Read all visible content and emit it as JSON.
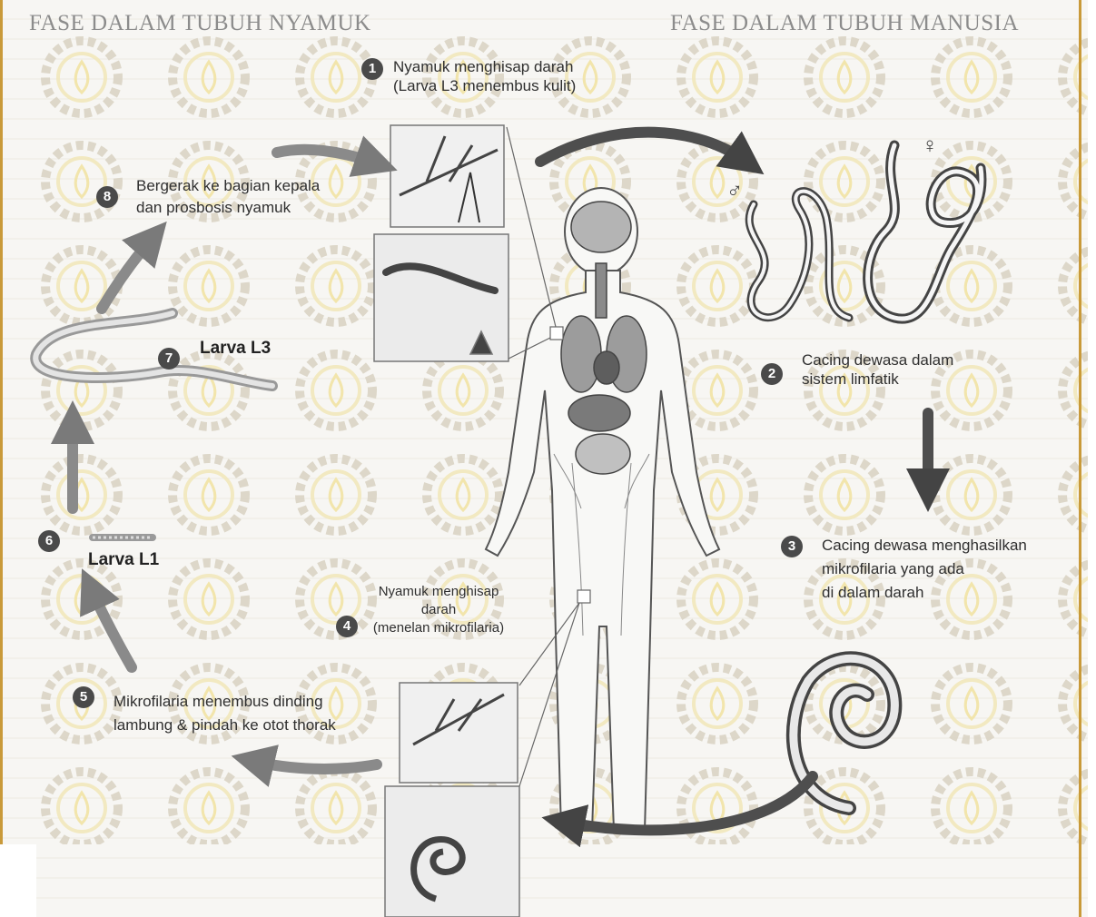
{
  "headings": {
    "left": "FASE DALAM TUBUH NYAMUK",
    "right": "FASE DALAM TUBUH MANUSIA"
  },
  "steps": [
    {
      "num": "1",
      "lines": [
        "Nyamuk menghisap darah",
        "(Larva L3 menembus kulit)"
      ]
    },
    {
      "num": "2",
      "lines": [
        "Cacing dewasa dalam",
        "sistem limfatik"
      ]
    },
    {
      "num": "3",
      "lines": [
        "Cacing dewasa menghasilkan",
        "mikrofilaria yang ada",
        "di dalam darah"
      ]
    },
    {
      "num": "4",
      "lines": [
        "Nyamuk menghisap",
        "darah",
        "(menelan mikrofilaria)"
      ]
    },
    {
      "num": "5",
      "lines": [
        "Mikrofilaria menembus dinding",
        "lambung & pindah ke otot thorak"
      ]
    },
    {
      "num": "6",
      "lines": [
        "Larva L1"
      ]
    },
    {
      "num": "7",
      "lines": [
        "Larva L3"
      ]
    },
    {
      "num": "8",
      "lines": [
        "Bergerak ke bagian kepala",
        "dan prosbosis nyamuk"
      ]
    }
  ],
  "symbols": {
    "male": "♂",
    "female": "♀"
  }
}
